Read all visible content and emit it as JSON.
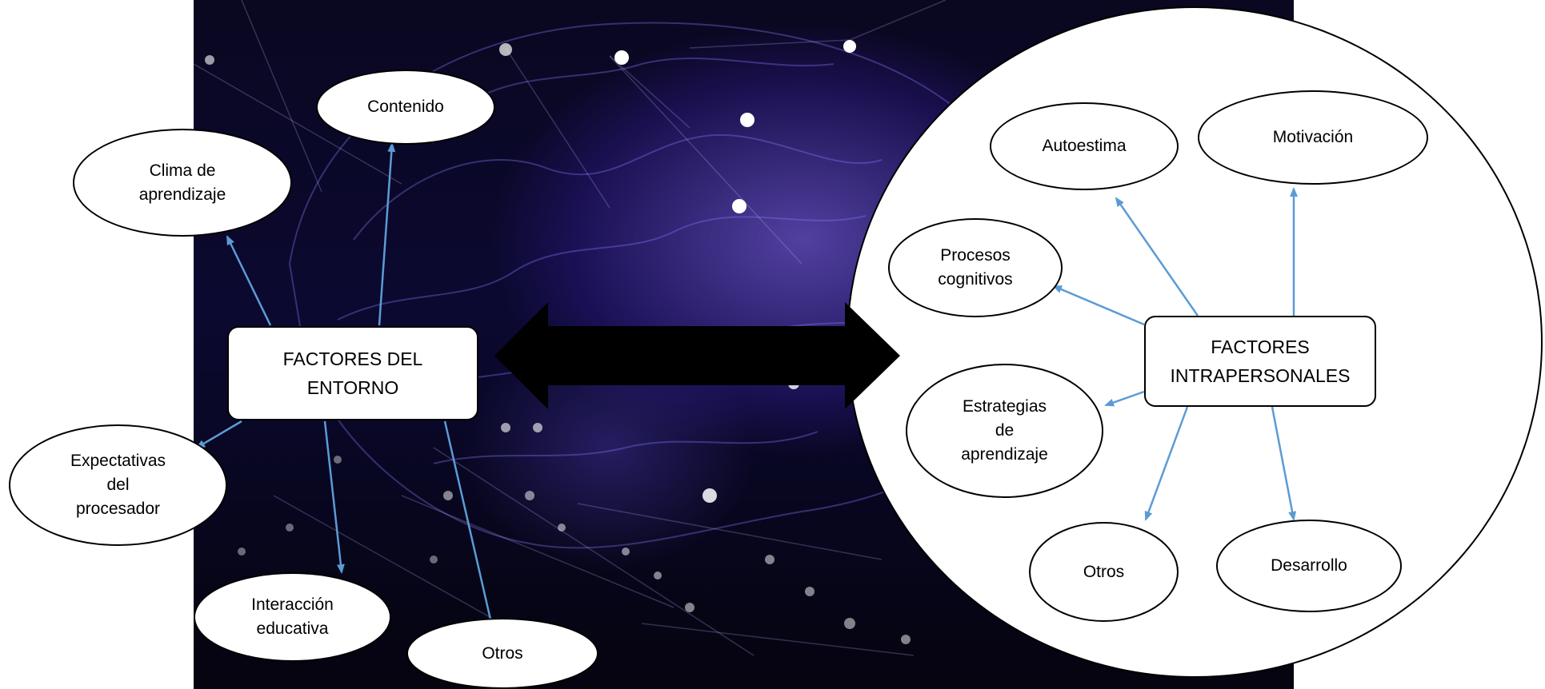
{
  "center_arrow_color": "#000000",
  "connector_color": "#5b9bd5",
  "left_group": {
    "title": "FACTORES DEL\nENTORNO",
    "nodes": [
      {
        "id": "contenido",
        "label": "Contenido"
      },
      {
        "id": "clima",
        "label": "Clima de\naprendizaje"
      },
      {
        "id": "expectativas",
        "label": "Expectativas\ndel\nprocesador"
      },
      {
        "id": "interaccion",
        "label": "Interacción\neducativa"
      },
      {
        "id": "otros-left",
        "label": "Otros"
      }
    ]
  },
  "right_group": {
    "title": "FACTORES\nINTRAPERSONALES",
    "nodes": [
      {
        "id": "autoestima",
        "label": "Autoestima"
      },
      {
        "id": "motivacion",
        "label": "Motivación"
      },
      {
        "id": "procesos",
        "label": "Procesos\ncognitivos"
      },
      {
        "id": "estrategias",
        "label": "Estrategias\nde\naprendizaje"
      },
      {
        "id": "otros-right",
        "label": "Otros"
      },
      {
        "id": "desarrollo",
        "label": "Desarrollo"
      }
    ]
  }
}
